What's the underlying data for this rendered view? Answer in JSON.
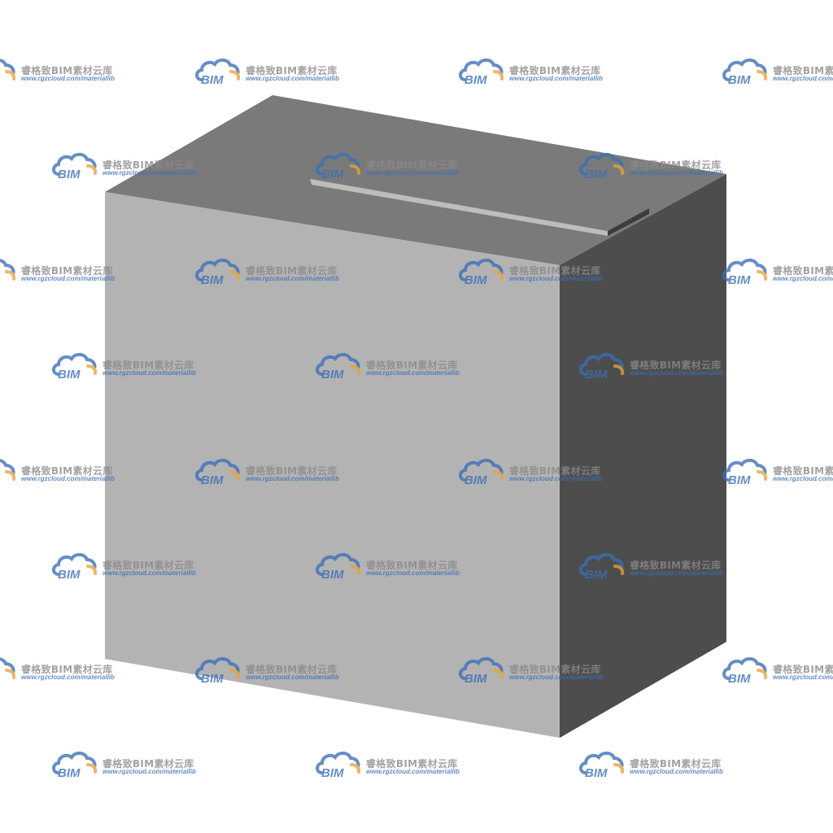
{
  "watermark": {
    "logo_text": "BIM",
    "brand": "睿格致BIM素材云库",
    "url": "www.rgzcloud.com/materiallib",
    "colors": {
      "blue": "#3b6fb6",
      "orange": "#e9a23b",
      "gray": "#8a8a8a"
    }
  },
  "model": {
    "description_icon": "ballot-box-model",
    "colors": {
      "front": "#b3b3b3",
      "side": "#4d4d4d",
      "top": "#7a7a7a",
      "slot": "#bdbdbd",
      "slot_shadow": "#3c3c3c"
    }
  }
}
